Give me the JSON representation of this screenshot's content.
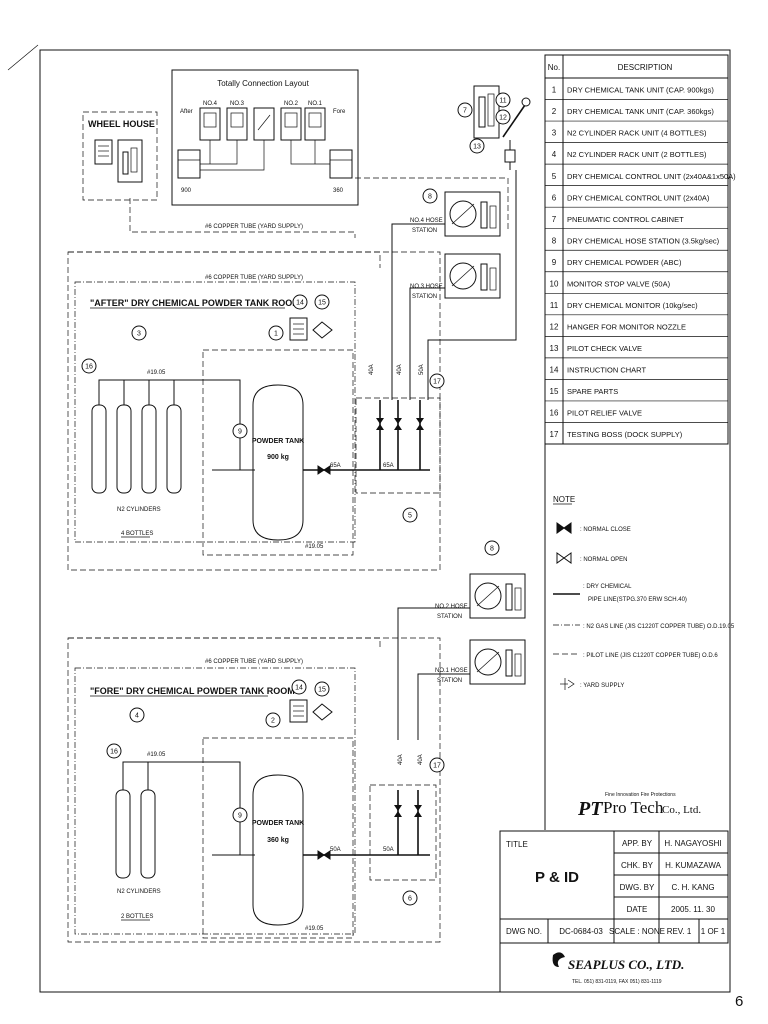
{
  "legend_table": {
    "col_no": "No.",
    "col_desc": "DESCRIPTION",
    "items": [
      {
        "no": "1",
        "desc": "DRY CHEMICAL TANK UNIT (CAP. 900kgs)"
      },
      {
        "no": "2",
        "desc": "DRY CHEMICAL TANK UNIT (CAP. 360kgs)"
      },
      {
        "no": "3",
        "desc": "N2 CYLINDER RACK UNIT (4 BOTTLES)"
      },
      {
        "no": "4",
        "desc": "N2 CYLINDER RACK UNIT (2 BOTTLES)"
      },
      {
        "no": "5",
        "desc": "DRY CHEMICAL CONTROL UNIT (2x40A&1x50A)"
      },
      {
        "no": "6",
        "desc": "DRY CHEMICAL CONTROL UNIT (2x40A)"
      },
      {
        "no": "7",
        "desc": "PNEUMATIC CONTROL CABINET"
      },
      {
        "no": "8",
        "desc": "DRY CHEMICAL HOSE STATION (3.5kg/sec)"
      },
      {
        "no": "9",
        "desc": "DRY CHEMICAL POWDER (ABC)"
      },
      {
        "no": "10",
        "desc": "MONITOR STOP VALVE (50A)"
      },
      {
        "no": "11",
        "desc": "DRY CHEMICAL MONITOR (10kg/sec)"
      },
      {
        "no": "12",
        "desc": "HANGER FOR MONITOR NOZZLE"
      },
      {
        "no": "13",
        "desc": "PILOT CHECK VALVE"
      },
      {
        "no": "14",
        "desc": "INSTRUCTION CHART"
      },
      {
        "no": "15",
        "desc": "SPARE PARTS"
      },
      {
        "no": "16",
        "desc": "PILOT RELIEF VALVE"
      },
      {
        "no": "17",
        "desc": "TESTING BOSS (DOCK SUPPLY)"
      }
    ]
  },
  "note": {
    "heading": "NOTE",
    "normal_close": ": NORMAL CLOSE",
    "normal_open": ": NORMAL OPEN",
    "dry_pipe_1": ": DRY CHEMICAL",
    "dry_pipe_2": "PIPE LINE(STPG.370 ERW SCH.40)",
    "n2_line": ": N2 GAS LINE (JIS C1220T COPPER TUBE) O.D.19.05",
    "pilot_line": ": PILOT LINE (JIS C1220T COPPER TUBE) O.D.6",
    "yard_supply": ": YARD SUPPLY"
  },
  "company": {
    "protech_tagline": "Fine Innovation Fire Protections",
    "protech_mark": "PT",
    "protech_name": "Pro Tech",
    "protech_suffix": "Co., Ltd.",
    "seaplus_name": "SEAPLUS CO., LTD.",
    "seaplus_contact": "TEL. 051) 831-0119,  FAX 051) 831-1119"
  },
  "title_block": {
    "title_label": "TITLE",
    "title_value": "P & ID",
    "app_by_label": "APP. BY",
    "app_by_value": "H. NAGAYOSHI",
    "chk_by_label": "CHK. BY",
    "chk_by_value": "H. KUMAZAWA",
    "dwg_by_label": "DWG. BY",
    "dwg_by_value": "C. H. KANG",
    "date_label": "DATE",
    "date_value": "2005. 11. 30",
    "dwg_no_label": "DWG NO.",
    "dwg_no_value": "DC-0684-03",
    "scale_value": "SCALE : NONE",
    "rev_value": "REV. 1",
    "sheet_value": "1 OF 1"
  },
  "page_number": "6",
  "layout": {
    "title": "Totally Connection Layout",
    "after": "After",
    "fore": "Fore",
    "units": [
      "NO.4",
      "NO.3",
      "NO.2",
      "NO.1"
    ],
    "cap_900": "900",
    "cap_360": "360"
  },
  "wheel_house": "WHEEL HOUSE",
  "labels": {
    "copper_tube": "#6 COPPER TUBE (YARD SUPPLY)",
    "after_room": "\"AFTER\" DRY CHEMICAL POWDER TANK ROOM",
    "fore_room": "\"FORE\" DRY CHEMICAL POWDER TANK ROOM",
    "n2_cylinders": "N2 CYLINDERS",
    "bottles_4": "4 BOTTLES",
    "bottles_2": "2 BOTTLES",
    "powder_tank": "POWDER TANK",
    "kg_900": "900 kg",
    "kg_360": "360 kg",
    "od": "#19.05",
    "s65a": "65A",
    "s50a": "50A",
    "s40a": "40A",
    "no4_hose": "NO.4 HOSE",
    "no3_hose": "NO.3 HOSE",
    "no2_hose": "NO.2 HOSE",
    "no1_hose": "NO.1 HOSE",
    "station": "STATION"
  },
  "callouts": [
    "1",
    "2",
    "3",
    "4",
    "5",
    "6",
    "7",
    "8",
    "9",
    "11",
    "12",
    "13",
    "14",
    "15",
    "16",
    "17"
  ]
}
